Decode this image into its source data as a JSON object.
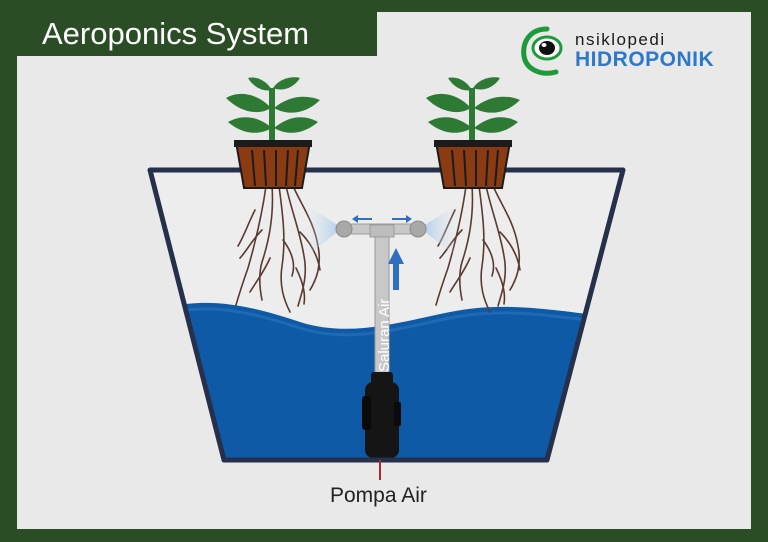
{
  "header": {
    "title": "Aeroponics System"
  },
  "logo": {
    "name": "logo-ensiklopedi-hidroponik",
    "line1": "nsiklopedi",
    "line2": "HIDROPONIK"
  },
  "labels": {
    "pump": "Pompa Air",
    "pipe": "Saluran Air"
  },
  "colors": {
    "frame": "#2b4d25",
    "background": "#e9e9e9",
    "water": "#0f5aa6",
    "tank_outline": "#26304a",
    "leaf": "#2e7a34",
    "pot": "#8a3b12",
    "root": "#5a3a2e",
    "arrow": "#2e6fc0",
    "logo_green": "#1d9a3a",
    "logo_blue": "#2e78c8"
  }
}
